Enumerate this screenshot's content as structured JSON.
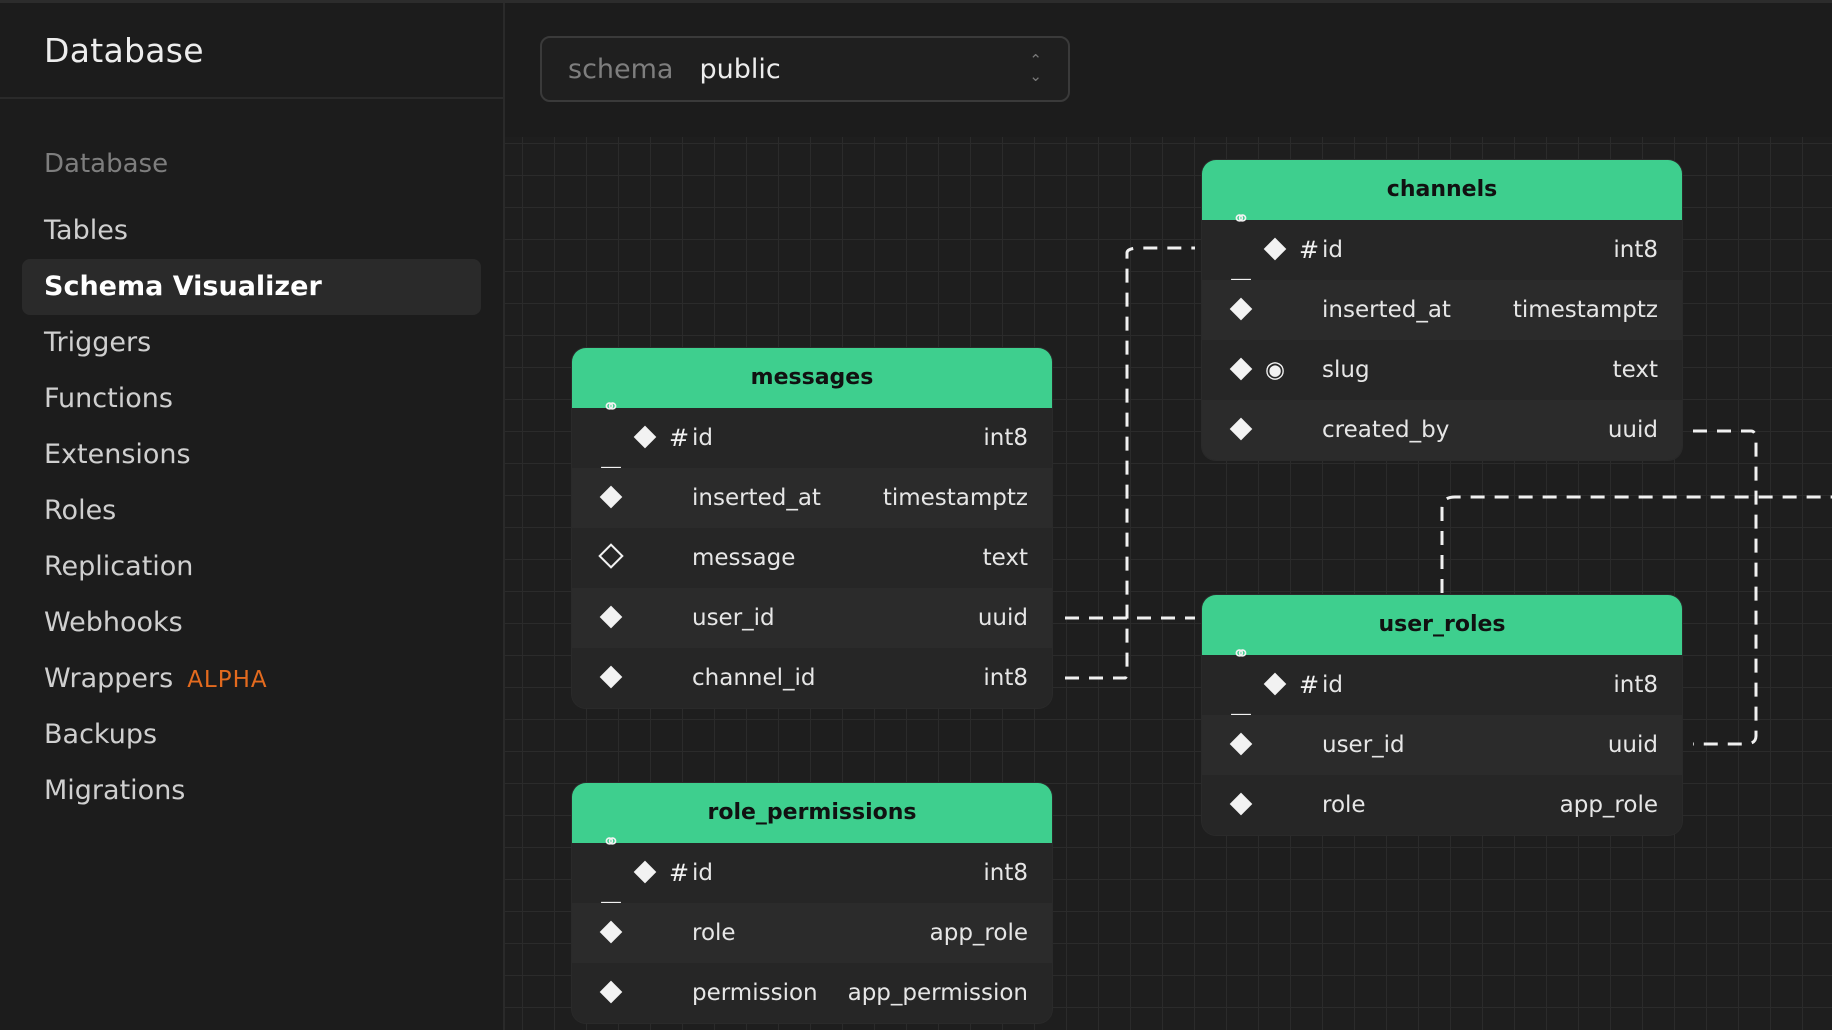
{
  "sidebar": {
    "title": "Database",
    "section_label": "Database",
    "items": [
      {
        "label": "Tables"
      },
      {
        "label": "Schema Visualizer"
      },
      {
        "label": "Triggers"
      },
      {
        "label": "Functions"
      },
      {
        "label": "Extensions"
      },
      {
        "label": "Roles"
      },
      {
        "label": "Replication"
      },
      {
        "label": "Webhooks"
      },
      {
        "label": "Wrappers",
        "badge": "ALPHA"
      },
      {
        "label": "Backups"
      },
      {
        "label": "Migrations"
      }
    ],
    "active_item": "Schema Visualizer"
  },
  "schema_selector": {
    "label": "schema",
    "value": "public"
  },
  "colors": {
    "table_header": "#3ecf8e",
    "badge": "#e36a1e",
    "background": "#1c1c1c"
  },
  "tables": {
    "messages": {
      "name": "messages",
      "columns": [
        {
          "name": "id",
          "type": "int8",
          "icons": [
            "key-icon",
            "diamond-icon",
            "hash-icon"
          ]
        },
        {
          "name": "inserted_at",
          "type": "timestamptz",
          "icons": [
            "diamond-icon"
          ]
        },
        {
          "name": "message",
          "type": "text",
          "icons": [
            "hollow-diamond-icon"
          ]
        },
        {
          "name": "user_id",
          "type": "uuid",
          "icons": [
            "diamond-icon"
          ]
        },
        {
          "name": "channel_id",
          "type": "int8",
          "icons": [
            "diamond-icon"
          ]
        }
      ]
    },
    "role_permissions": {
      "name": "role_permissions",
      "columns": [
        {
          "name": "id",
          "type": "int8",
          "icons": [
            "key-icon",
            "diamond-icon",
            "hash-icon"
          ]
        },
        {
          "name": "role",
          "type": "app_role",
          "icons": [
            "diamond-icon"
          ]
        },
        {
          "name": "permission",
          "type": "app_permission",
          "icons": [
            "diamond-icon"
          ]
        }
      ]
    },
    "channels": {
      "name": "channels",
      "columns": [
        {
          "name": "id",
          "type": "int8",
          "icons": [
            "key-icon",
            "diamond-icon",
            "hash-icon"
          ]
        },
        {
          "name": "inserted_at",
          "type": "timestamptz",
          "icons": [
            "diamond-icon"
          ]
        },
        {
          "name": "slug",
          "type": "text",
          "icons": [
            "diamond-icon",
            "fingerprint-icon"
          ]
        },
        {
          "name": "created_by",
          "type": "uuid",
          "icons": [
            "diamond-icon"
          ]
        }
      ]
    },
    "user_roles": {
      "name": "user_roles",
      "columns": [
        {
          "name": "id",
          "type": "int8",
          "icons": [
            "key-icon",
            "diamond-icon",
            "hash-icon"
          ]
        },
        {
          "name": "user_id",
          "type": "uuid",
          "icons": [
            "diamond-icon"
          ]
        },
        {
          "name": "role",
          "type": "app_role",
          "icons": [
            "diamond-icon"
          ]
        }
      ]
    }
  }
}
